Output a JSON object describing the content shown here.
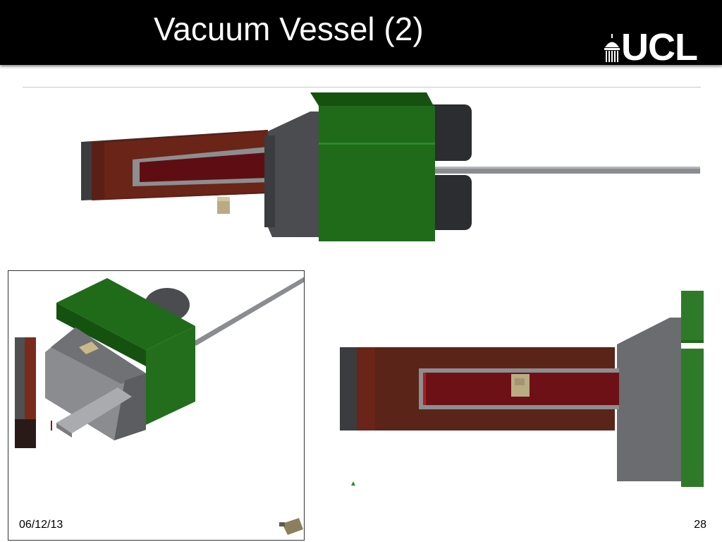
{
  "slide": {
    "title": "Vacuum Vessel (2)",
    "logo_text": "UCL",
    "date": "06/12/13",
    "page_number": "28"
  },
  "colors": {
    "header_bg": "#000000",
    "green": "#1f6b1a",
    "green_dark": "#16520f",
    "green_light": "#2e8a28",
    "grey": "#5b5d60",
    "grey_dark": "#3a3c3f",
    "rust": "#6a2418",
    "maroon": "#5e0e12",
    "tan": "#b9ac85"
  }
}
